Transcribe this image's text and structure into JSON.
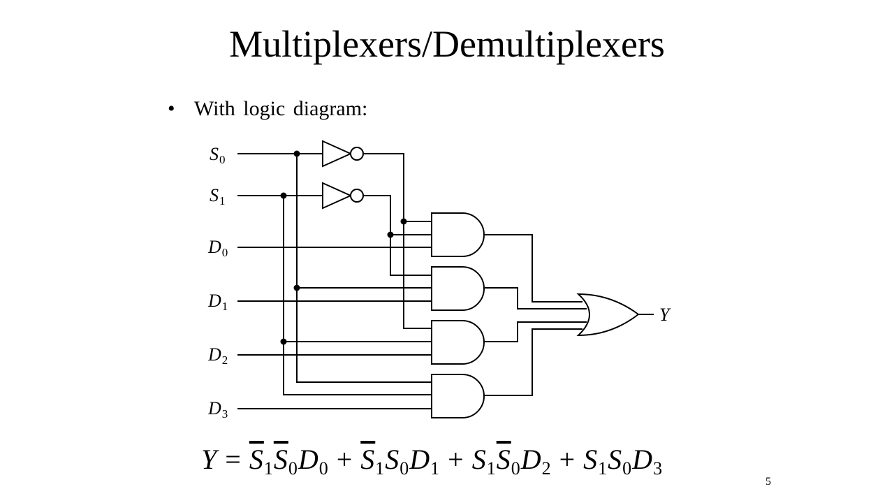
{
  "title": "Multiplexers/Demultiplexers",
  "bullet": {
    "marker": "•",
    "text": "With logic diagram:"
  },
  "diagram": {
    "inputs": [
      {
        "var": "S",
        "sub": "0"
      },
      {
        "var": "S",
        "sub": "1"
      },
      {
        "var": "D",
        "sub": "0"
      },
      {
        "var": "D",
        "sub": "1"
      },
      {
        "var": "D",
        "sub": "2"
      },
      {
        "var": "D",
        "sub": "3"
      }
    ],
    "output": "Y",
    "gates": [
      "NOT",
      "NOT",
      "AND",
      "AND",
      "AND",
      "AND",
      "OR"
    ]
  },
  "equation": {
    "lhs": "Y",
    "eq": " = ",
    "terms": [
      [
        {
          "v": "S",
          "s": "1",
          "bar": true
        },
        {
          "v": "S",
          "s": "0",
          "bar": true
        },
        {
          "v": "D",
          "s": "0",
          "bar": false
        }
      ],
      [
        {
          "v": "S",
          "s": "1",
          "bar": true
        },
        {
          "v": "S",
          "s": "0",
          "bar": false
        },
        {
          "v": "D",
          "s": "1",
          "bar": false
        }
      ],
      [
        {
          "v": "S",
          "s": "1",
          "bar": false
        },
        {
          "v": "S",
          "s": "0",
          "bar": true
        },
        {
          "v": "D",
          "s": "2",
          "bar": false
        }
      ],
      [
        {
          "v": "S",
          "s": "1",
          "bar": false
        },
        {
          "v": "S",
          "s": "0",
          "bar": false
        },
        {
          "v": "D",
          "s": "3",
          "bar": false
        }
      ]
    ],
    "plus": " + "
  },
  "page_number": "5"
}
